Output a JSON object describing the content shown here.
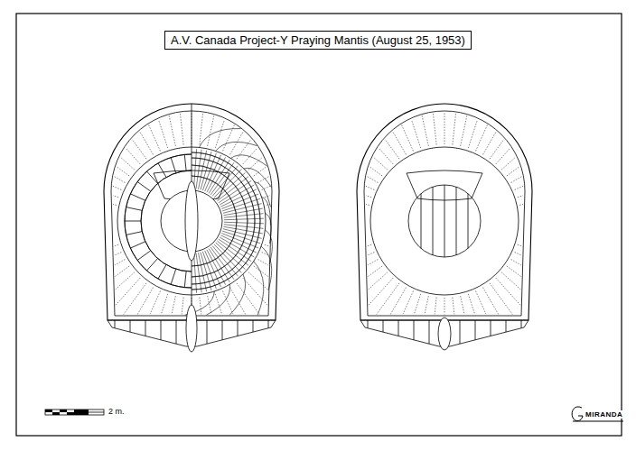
{
  "diagram": {
    "title": "A.V. Canada Project-Y Praying Mantis (August 25, 1953)",
    "labels": [
      "2 m.",
      "MIRANDA"
    ]
  }
}
